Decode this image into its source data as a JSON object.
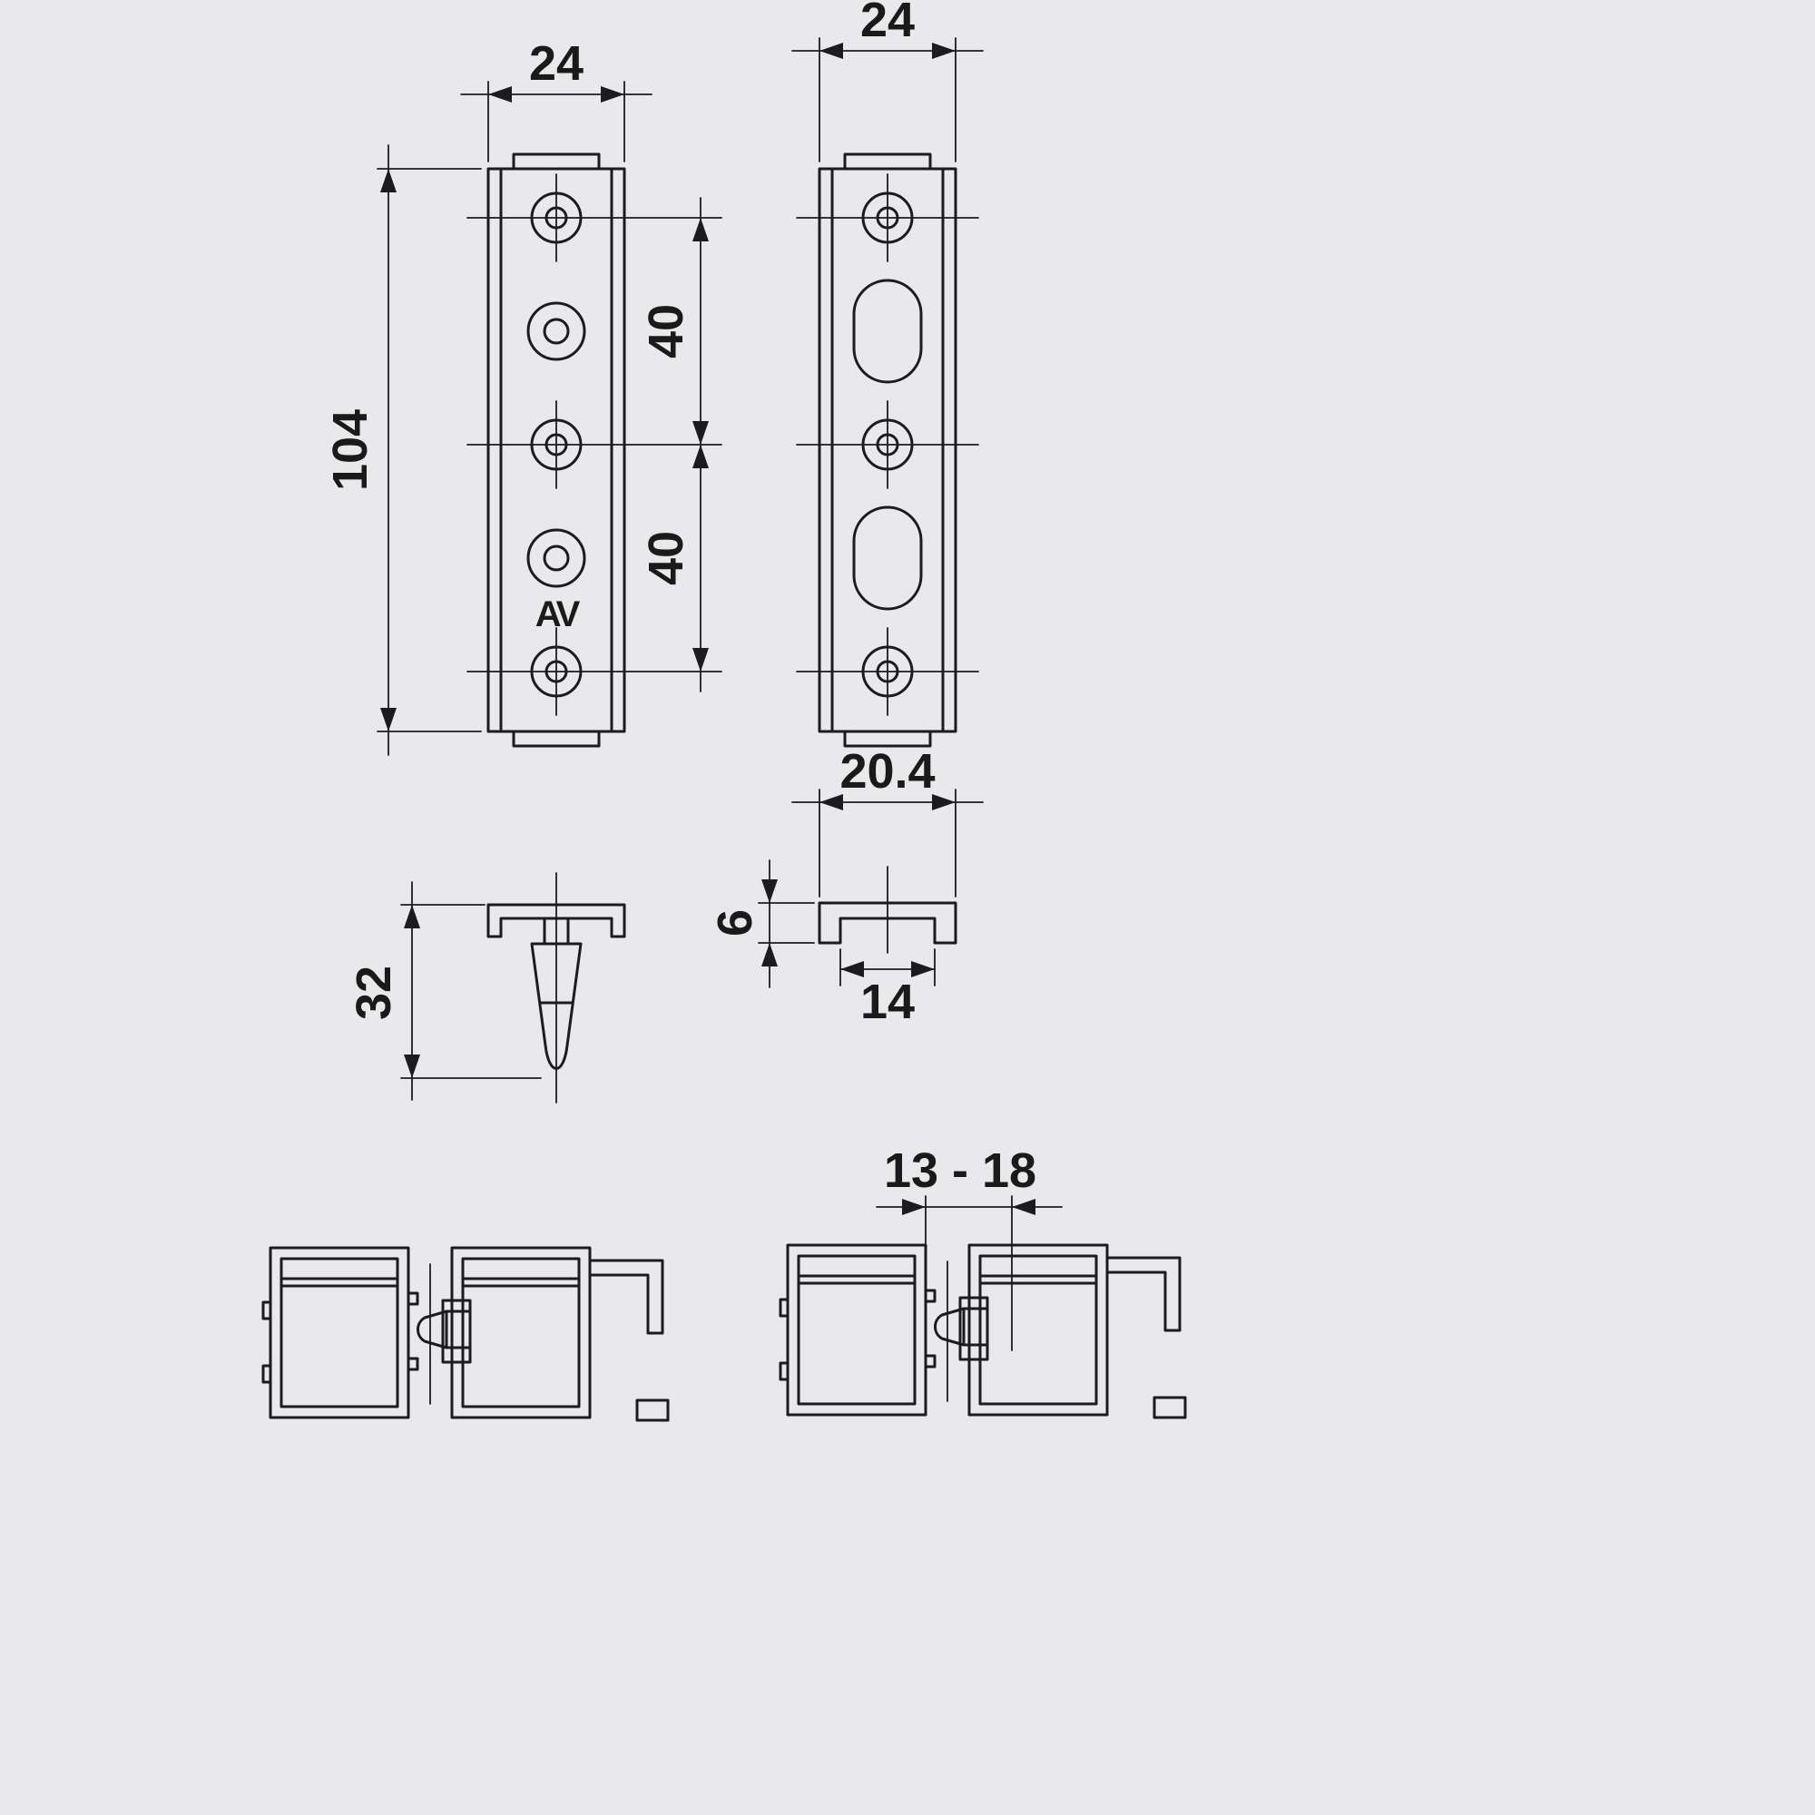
{
  "page": {
    "background": "#e9e9ec",
    "line_color": "#1c1c1e"
  },
  "views": {
    "front_left": {
      "width_label": "24",
      "height_label": "104",
      "hole_spacing_top_label": "40",
      "hole_spacing_bottom_label": "40",
      "logo": "AV"
    },
    "front_right": {
      "width_label": "24"
    },
    "pin_side": {
      "height_label": "32"
    },
    "clip_channel": {
      "outer_width_label": "20.4",
      "height_label": "6",
      "inner_width_label": "14"
    },
    "installed_section": {
      "adjustment_range_label": "13 - 18"
    }
  }
}
